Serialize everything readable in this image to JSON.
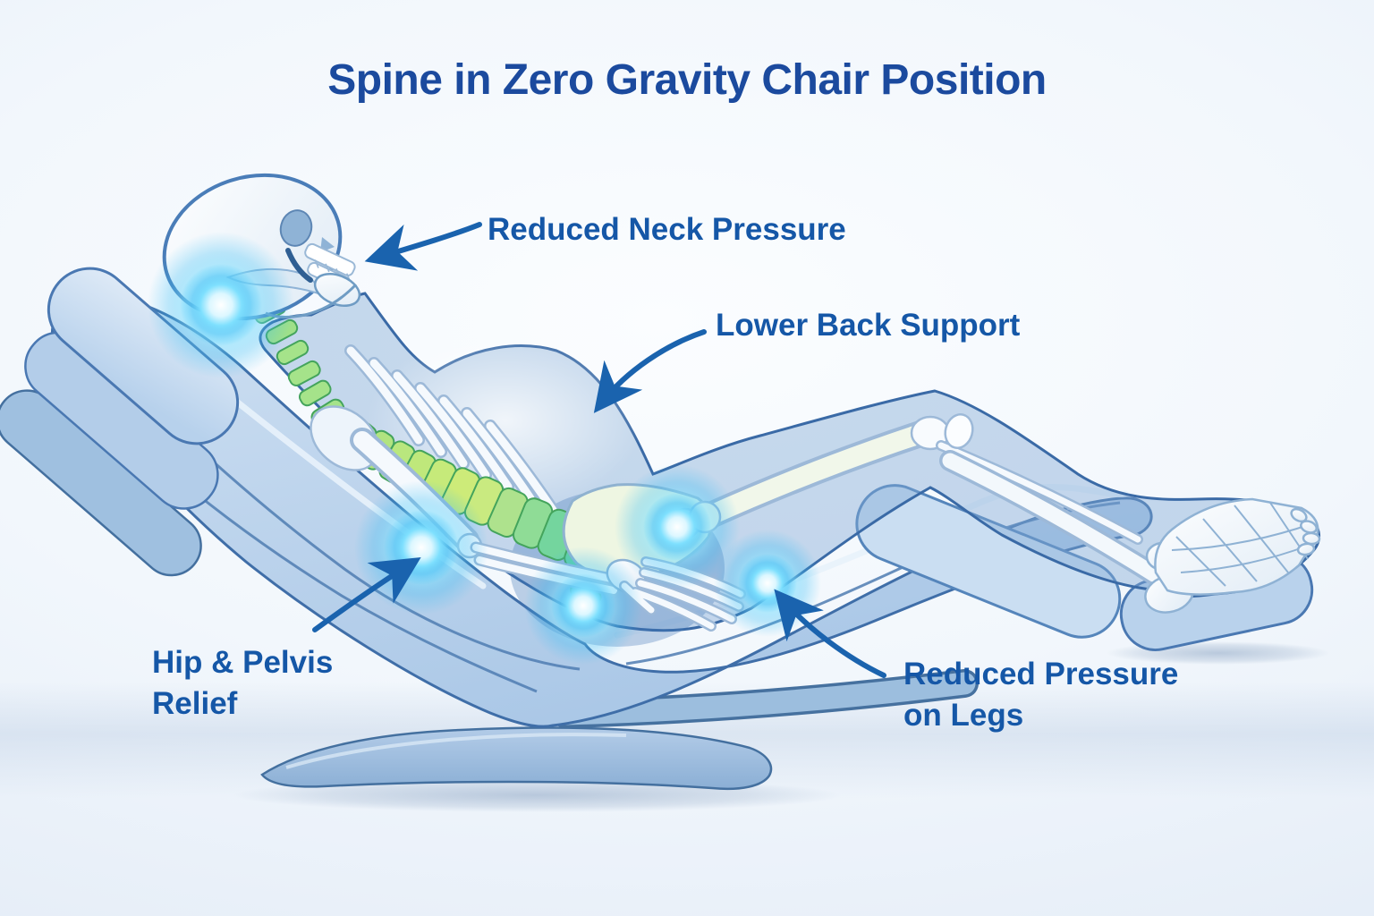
{
  "title": "Spine in Zero Gravity Chair Position",
  "annotations": [
    {
      "id": "neck",
      "label": "Reduced Neck Pressure"
    },
    {
      "id": "lower-back",
      "label": "Lower Back Support"
    },
    {
      "id": "hip",
      "label": "Hip & Pelvis Relief"
    },
    {
      "id": "legs",
      "label": "Reduced Pressure on Legs"
    }
  ],
  "illustration": {
    "figure": "skeleton-side-view-reclining",
    "equipment": "zero-gravity-recliner-chair",
    "spine_highlight": "green-gradient-cervical-to-sacral",
    "glow_points": [
      "neck",
      "hip",
      "pelvis",
      "thigh",
      "calf"
    ]
  },
  "colors": {
    "title_text": "#1b4a9e",
    "label_text": "#1557a7",
    "arrow": "#1a63ae",
    "chair_fill": "#b6cfe9",
    "chair_outline": "#3f6ea8",
    "bone_fill": "#f5f9fd",
    "bone_outline": "#8fb2d4",
    "spine_green": "#9fe089",
    "spine_teal": "#5ecfa6",
    "glow_cyan": "#45c4f5",
    "background_tint": "#e9f0f9"
  }
}
